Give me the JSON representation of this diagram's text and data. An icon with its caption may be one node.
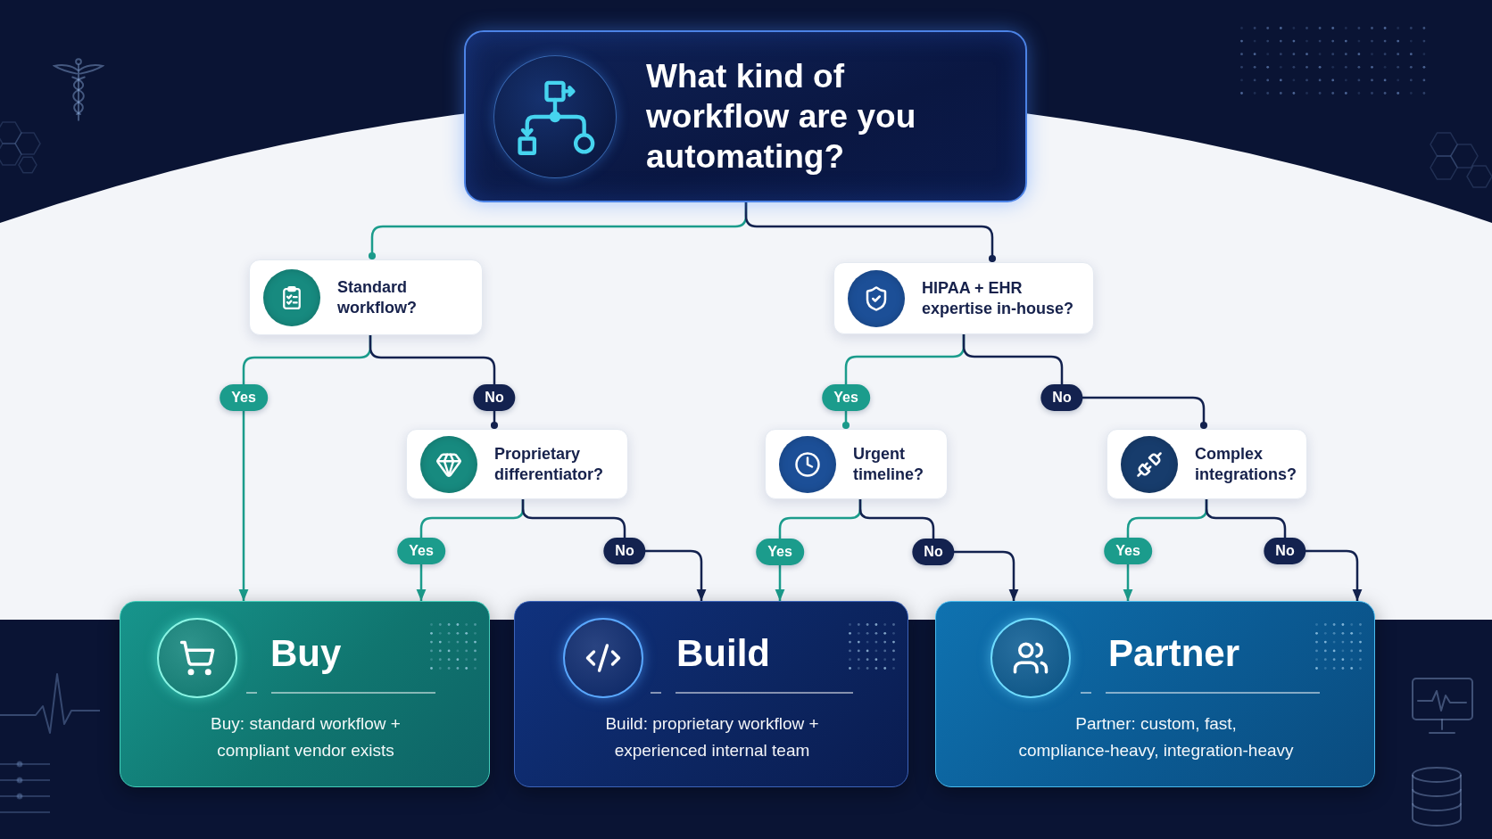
{
  "diagram": {
    "nodes": [
      {
        "text": [
          "What kind of workflow are you automating?"
        ]
      },
      {
        "text": [
          "Standard workflow?"
        ]
      },
      {
        "text": [
          "HIPAA + EHR expertise in-house?"
        ]
      },
      {
        "text": [
          "Proprietary differentiator?"
        ]
      },
      {
        "text": [
          "Urgent timeline?"
        ]
      },
      {
        "text": [
          "Complex integrations?"
        ]
      },
      {
        "text": [
          "Buy",
          "Buy: standard workflow + compliant vendor exists"
        ]
      },
      {
        "text": [
          "Build",
          "Build: proprietary workflow + experienced internal team"
        ]
      },
      {
        "text": [
          "Partner",
          "Partner: custom, fast, compliance-heavy, integration-heavy"
        ]
      }
    ],
    "edges": [
      {
        "from": 0,
        "to": 1,
        "arrow": "other",
        "color": "#1b9c8c"
      },
      {
        "from": 0,
        "to": 2,
        "arrow": "other",
        "color": "#13224f"
      },
      {
        "from": 1,
        "to": 6,
        "arrow": "to",
        "label": "Yes",
        "color": "#1b9c8c"
      },
      {
        "from": 1,
        "to": 3,
        "arrow": "other",
        "label": "No",
        "color": "#13224f"
      },
      {
        "from": 2,
        "to": 4,
        "arrow": "other",
        "label": "Yes",
        "color": "#1b9c8c"
      },
      {
        "from": 2,
        "to": 5,
        "arrow": "other",
        "label": "No",
        "color": "#13224f"
      },
      {
        "from": 3,
        "to": 6,
        "arrow": "to",
        "label": "Yes",
        "color": "#1b9c8c"
      },
      {
        "from": 3,
        "to": 7,
        "arrow": "to",
        "label": "No",
        "color": "#13224f"
      },
      {
        "from": 4,
        "to": 7,
        "arrow": "to",
        "label": "Yes",
        "color": "#1b9c8c"
      },
      {
        "from": 4,
        "to": 8,
        "arrow": "to",
        "label": "No",
        "color": "#13224f"
      },
      {
        "from": 5,
        "to": 8,
        "arrow": "to",
        "label": "Yes",
        "color": "#1b9c8c"
      },
      {
        "from": 5,
        "to": 8,
        "arrow": "to",
        "label": "No",
        "color": "#13224f"
      }
    ]
  }
}
